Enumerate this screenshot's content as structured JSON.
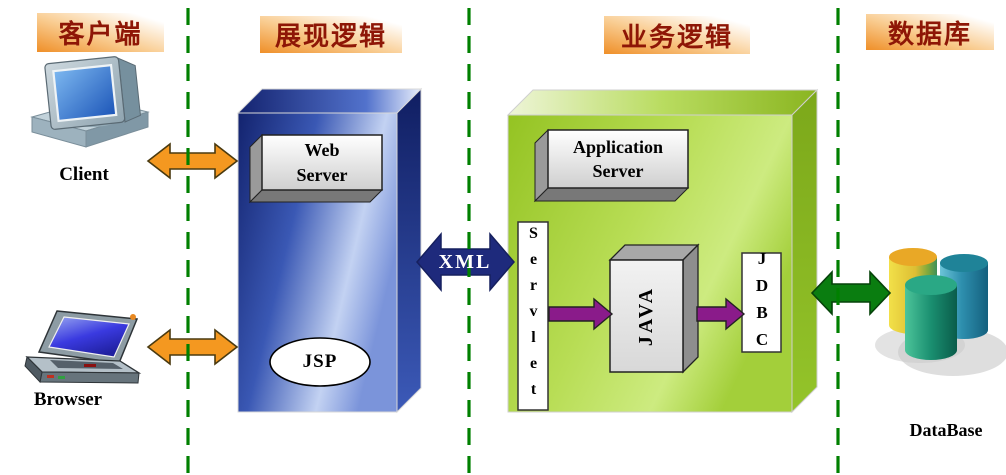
{
  "sections": {
    "client": {
      "title": "客户端"
    },
    "presentation": {
      "title": "展现逻辑"
    },
    "business": {
      "title": "业务逻辑"
    },
    "database": {
      "title": "数据库"
    }
  },
  "labels": {
    "client": "Client",
    "browser": "Browser",
    "web_server": "Web Server",
    "jsp": "JSP",
    "xml": "XML",
    "application_server": "Application Server",
    "servlet": "Servlet",
    "java": "JAVA",
    "jdbc": "JDBC",
    "database": "DataBase"
  },
  "colors": {
    "section_title_text": "#8e1606",
    "banner_orange": "#ef8f28",
    "divider_green": "#008000",
    "client_arrow_orange": "#f49820",
    "xml_arrow_navy": "#1e2a7c",
    "flow_arrow_purple": "#8a1b8a",
    "db_arrow_green": "#0a7d10",
    "web_server_cube_blue": "#2a46a4",
    "app_server_cube_green": "#a8d741"
  }
}
